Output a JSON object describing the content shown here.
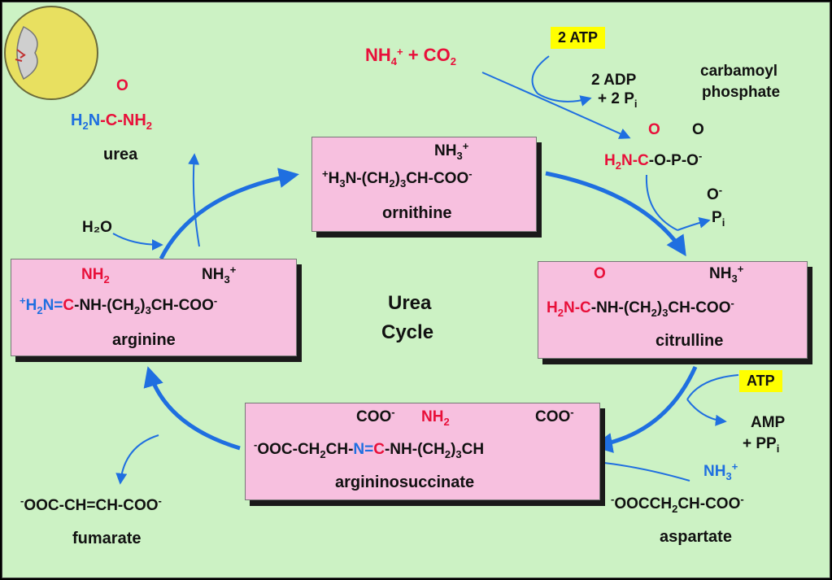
{
  "title": "Urea Cycle",
  "title_line1": "Urea",
  "title_line2": "Cycle",
  "compounds": {
    "ornithine": {
      "name": "ornithine"
    },
    "citrulline": {
      "name": "citrulline"
    },
    "argininosuccinate": {
      "name": "argininosuccinate"
    },
    "arginine": {
      "name": "arginine"
    },
    "urea": {
      "name": "urea"
    },
    "fumarate": {
      "name": "fumarate"
    },
    "aspartate": {
      "name": "aspartate"
    },
    "carbamoyl_phosphate": {
      "name_line1": "carbamoyl",
      "name_line2": "phosphate"
    }
  },
  "reagents": {
    "atp_2": "2 ATP",
    "adp_2": "2 ADP",
    "pi_2": "+ 2 P",
    "atp": "ATP",
    "amp": "AMP",
    "ppi": "+ PP",
    "pi": "P",
    "h2o": "H₂O"
  },
  "colors": {
    "background": "#ccf2c4",
    "box": "#f7c0df",
    "arrow": "#1f6fe0",
    "red": "#e8103a",
    "blue": "#1f6fe0",
    "highlight": "#ffff00",
    "cell": "#e8e060"
  },
  "icons": [
    "cell-icon"
  ]
}
